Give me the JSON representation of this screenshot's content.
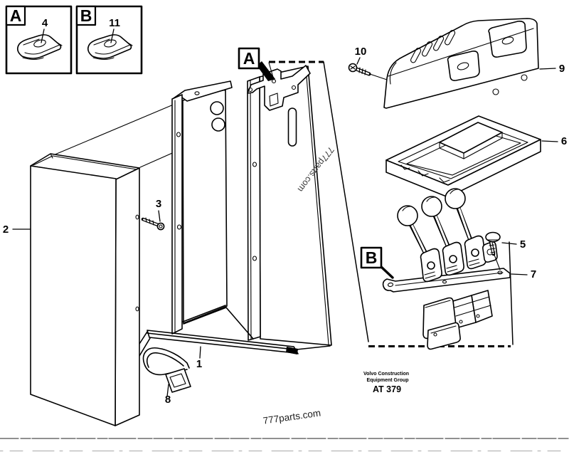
{
  "colors": {
    "ink": "#000000",
    "paper": "#ffffff"
  },
  "detail_boxes": [
    {
      "letter": "A",
      "part_number": "4"
    },
    {
      "letter": "B",
      "part_number": "11"
    }
  ],
  "callouts": {
    "a": "A",
    "b": "B"
  },
  "labels": {
    "n1": "1",
    "n2": "2",
    "n3": "3",
    "n4": "4",
    "n5": "5",
    "n6": "6",
    "n7": "7",
    "n8": "8",
    "n9": "9",
    "n10": "10",
    "n11": "11"
  },
  "brand": {
    "line1": "Volvo Construction",
    "line2": "Equipment Group",
    "code": "AT 379"
  },
  "watermarks": {
    "footer": "777parts.com",
    "diagonal": "777parts.com"
  }
}
